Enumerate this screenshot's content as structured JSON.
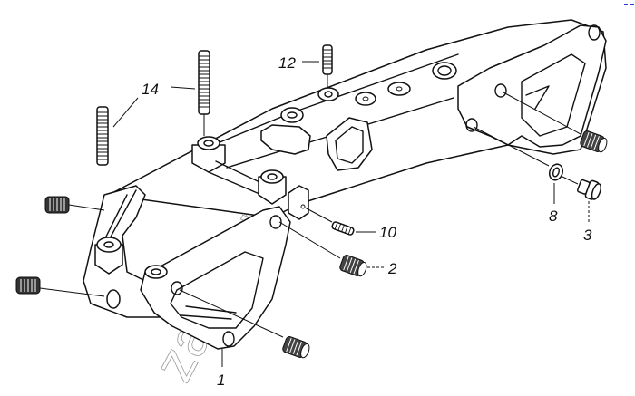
{
  "diagram": {
    "type": "exploded-parts-view",
    "subject": "exhaust manifold assembly",
    "callouts": [
      {
        "id": "callout-1",
        "label": "1",
        "part": "manifold-body"
      },
      {
        "id": "callout-2",
        "label": "2",
        "part": "threaded-plug"
      },
      {
        "id": "callout-3",
        "label": "3",
        "part": "drain-plug"
      },
      {
        "id": "callout-8",
        "label": "8",
        "part": "sealing-washer"
      },
      {
        "id": "callout-10",
        "label": "10",
        "part": "small-stud"
      },
      {
        "id": "callout-12",
        "label": "12",
        "part": "short-stud"
      },
      {
        "id": "callout-14",
        "label": "14",
        "part": "long-stud"
      }
    ],
    "watermark": "zap-kam.ru",
    "colors": {
      "line": "#111111",
      "background": "#ffffff",
      "watermark": "#9a9a9a",
      "corner_marker": "#2a3bd8"
    }
  }
}
